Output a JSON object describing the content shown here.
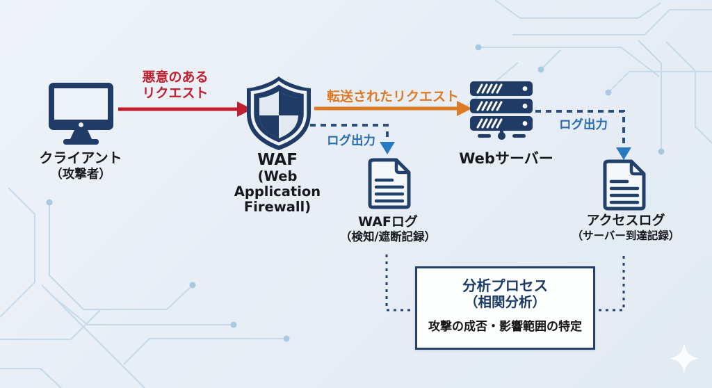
{
  "diagram": {
    "client": {
      "label": "クライアント",
      "sublabel": "（攻撃者）"
    },
    "waf": {
      "title": "WAF",
      "subtitle_line1": "(Web Application",
      "subtitle_line2": "Firewall)"
    },
    "web_server": {
      "label": "Webサーバー"
    },
    "waf_log": {
      "label": "WAFログ",
      "sublabel": "（検知/遮断記録）"
    },
    "access_log": {
      "label": "アクセスログ",
      "sublabel": "（サーバー到達記録）"
    },
    "analysis_box": {
      "title": "分析プロセス",
      "subtitle": "（相関分析）",
      "description": "攻撃の成否・影響範囲の特定"
    },
    "arrows": {
      "malicious_request": {
        "line1": "悪意のある",
        "line2": "リクエスト"
      },
      "forwarded_request": {
        "label": "転送されたリクエスト"
      },
      "waf_log_output": {
        "label": "ログ出力"
      },
      "server_log_output": {
        "label": "ログ出力"
      }
    }
  },
  "colors": {
    "navy_icon": "#203c66",
    "red_arrow": "#bf1f2e",
    "orange_arrow": "#dd7a26",
    "blue_label": "#2b6cb0",
    "blue_arrowhead": "#2979c1",
    "dashed_connector": "#2c4e7e",
    "dotted_connector": "#24406b",
    "background": "#e9eff6",
    "circuit_trace": "#c6d9e8",
    "circuit_node": "#a9c9e0",
    "box_border": "#24406b",
    "text_dark": "#17181c"
  }
}
